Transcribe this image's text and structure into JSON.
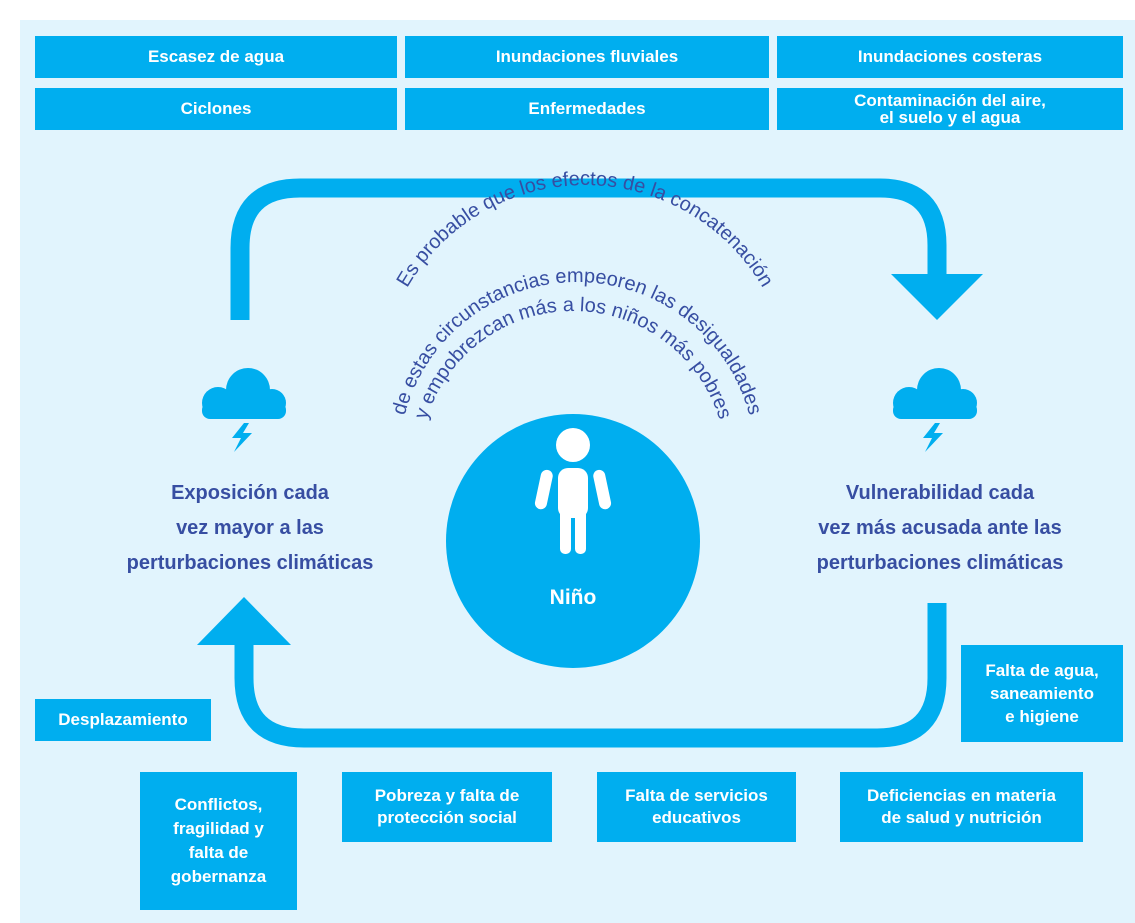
{
  "colors": {
    "background": "#e1f4fd",
    "accent": "#00aeef",
    "text_dark": "#374ea2",
    "text_light": "#ffffff"
  },
  "top_boxes": [
    "Escasez de agua",
    "Inundaciones fluviales",
    "Inundaciones costeras",
    "Ciclones",
    "Enfermedades",
    "Contaminación del aire,\nel suelo y el agua"
  ],
  "arc_text": {
    "line1": "Es probable que los efectos de la concatenación",
    "line2": "de estas circunstancias empeoren las desigualdades",
    "line3": "y empobrezcan más a los niños más pobres"
  },
  "left_label": "Exposición cada\nvez mayor a las\nperturbaciones climáticas",
  "right_label": "Vulnerabilidad cada\nvez más acusada ante las\nperturbaciones climáticas",
  "center_label": "Niño",
  "bottom_boxes": {
    "desplazamiento": "Desplazamiento",
    "conflictos": "Conflictos,\nfragilidad y\nfalta de\ngobernanza",
    "pobreza": "Pobreza y falta de\nprotección social",
    "educacion": "Falta de servicios\neducativos",
    "salud": "Deficiencias en materia\nde salud y nutrición",
    "agua": "Falta de agua,\nsaneamiento\ne higiene"
  },
  "icons": [
    "storm-cloud-icon",
    "storm-cloud-icon",
    "child-icon"
  ]
}
